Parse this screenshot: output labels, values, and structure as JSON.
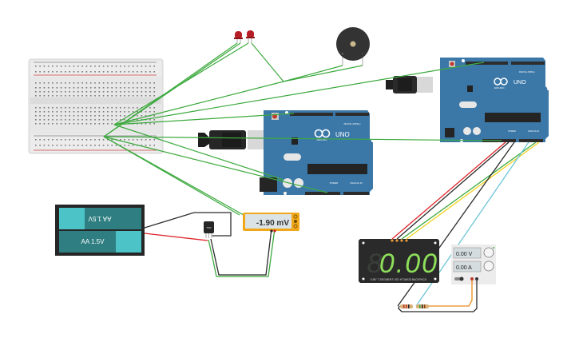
{
  "canvas": {
    "name": "circuit-schematic-canvas"
  },
  "components": {
    "breadboard": {
      "label": "breadboard"
    },
    "leds": {
      "count": 2,
      "color": "#b51e24"
    },
    "buzzer": {
      "plus": "+",
      "minus": "−"
    },
    "arduino_left": {
      "brand": "ARDUINO",
      "model": "UNO",
      "digital_label": "DIGITAL (PWM~)",
      "power_label": "POWER",
      "analog_label": "ANALOG IN"
    },
    "arduino_right": {
      "brand": "ARDUINO",
      "model": "UNO",
      "digital_label": "DIGITAL (PWM~)",
      "power_label": "POWER",
      "analog_label": "ANALOG IN"
    },
    "battery_pack": {
      "cell_top": "AA 1.5V",
      "cell_bottom": "AA 1.5V"
    },
    "temp_sensor": {
      "label": "TMP"
    },
    "multimeter": {
      "reading": "-1.90 mV"
    },
    "seven_segment": {
      "digits": "0.00",
      "label": "0.56\" 7-SEGMENT LED HT16K33 BACKPACK"
    },
    "power_supply": {
      "voltage": "0.00 V",
      "current": "0.00 A"
    }
  },
  "colors": {
    "wire_green": "#3daa3f",
    "wire_red": "#e0242a",
    "wire_black": "#2b2b2b",
    "wire_yellow": "#f2d020",
    "wire_cyan": "#6cc6d6",
    "wire_orange": "#e88a1c",
    "arduino_blue": "#3b78a8",
    "segment_green": "#8ee05a",
    "multimeter_orange": "#f0a81a",
    "battery_teal": "#2f7f82",
    "battery_cyan": "#4cc3c6"
  }
}
